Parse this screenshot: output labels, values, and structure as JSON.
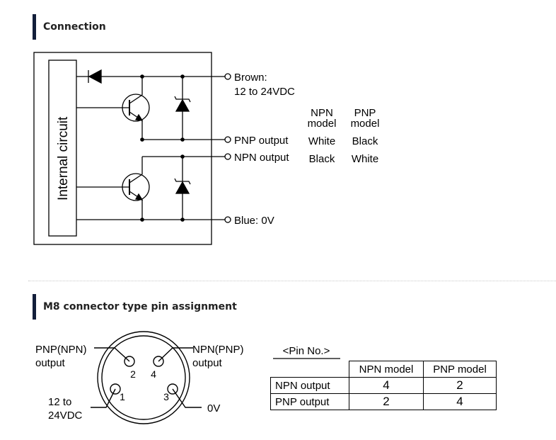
{
  "connection": {
    "heading": "Connection",
    "internal_label": "Internal circuit",
    "brown_label": "Brown:",
    "voltage_label": "12 to 24VDC",
    "npn_col_line1": "NPN",
    "npn_col_line2": "model",
    "pnp_col_line1": "PNP",
    "pnp_col_line2": "model",
    "pnp_output_label": "PNP output",
    "pnp_output_npn_color": "White",
    "pnp_output_pnp_color": "Black",
    "npn_output_label": "NPN output",
    "npn_output_npn_color": "Black",
    "npn_output_pnp_color": "White",
    "blue_label": "Blue: 0V"
  },
  "m8": {
    "heading": "M8 connector type pin assignment",
    "left_top_line1": "PNP(NPN)",
    "left_top_line2": "output",
    "right_top_line1": "NPN(PNP)",
    "right_top_line2": "output",
    "left_bottom_line1": "12 to",
    "left_bottom_line2": "24VDC",
    "right_bottom": "0V",
    "pins": [
      "1",
      "2",
      "3",
      "4"
    ]
  },
  "pin_table": {
    "caption": "<Pin No.>",
    "col_headers": [
      "NPN model",
      "PNP model"
    ],
    "rows": [
      {
        "label": "NPN output",
        "npn": "4",
        "pnp": "2"
      },
      {
        "label": "PNP output",
        "npn": "2",
        "pnp": "4"
      }
    ]
  }
}
